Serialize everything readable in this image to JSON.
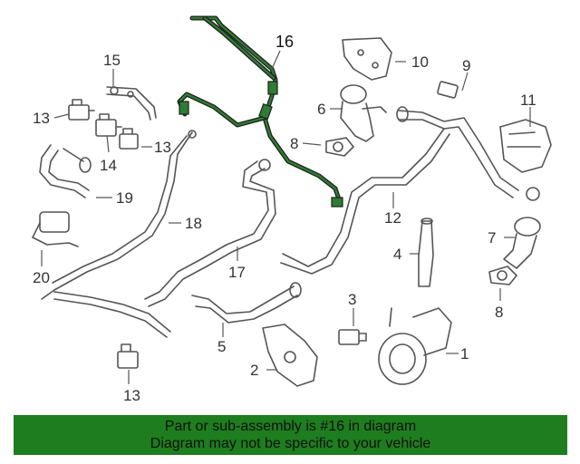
{
  "diagram": {
    "highlight_color": "#2e7d32",
    "callouts": [
      {
        "id": "16",
        "text": "16"
      },
      {
        "id": "15",
        "text": "15"
      },
      {
        "id": "10",
        "text": "10"
      },
      {
        "id": "9",
        "text": "9"
      },
      {
        "id": "13a",
        "text": "13"
      },
      {
        "id": "6",
        "text": "6"
      },
      {
        "id": "11",
        "text": "11"
      },
      {
        "id": "13b",
        "text": "13"
      },
      {
        "id": "8a",
        "text": "8"
      },
      {
        "id": "14",
        "text": "14"
      },
      {
        "id": "19",
        "text": "19"
      },
      {
        "id": "12",
        "text": "12"
      },
      {
        "id": "18",
        "text": "18"
      },
      {
        "id": "7",
        "text": "7"
      },
      {
        "id": "4",
        "text": "4"
      },
      {
        "id": "20",
        "text": "20"
      },
      {
        "id": "17",
        "text": "17"
      },
      {
        "id": "8b",
        "text": "8"
      },
      {
        "id": "3",
        "text": "3"
      },
      {
        "id": "5",
        "text": "5"
      },
      {
        "id": "1",
        "text": "1"
      },
      {
        "id": "2",
        "text": "2"
      },
      {
        "id": "13c",
        "text": "13"
      }
    ]
  },
  "footer": {
    "color": "#1e7d1e",
    "line1": "Part or sub-assembly is #16 in diagram",
    "line2": "Diagram may not be specific to your vehicle"
  }
}
